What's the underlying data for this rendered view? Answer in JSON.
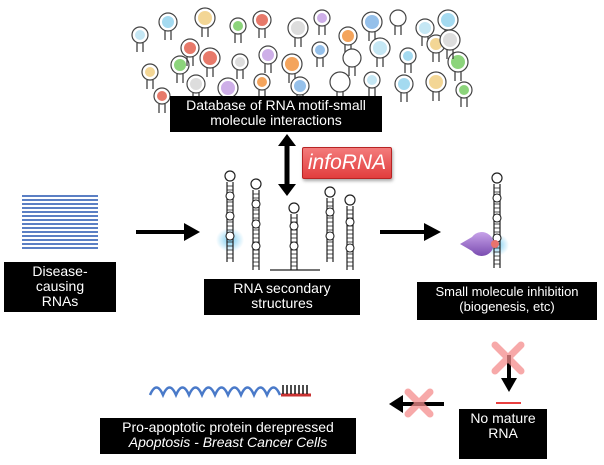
{
  "database_label": [
    "Database of RNA motif-small",
    "molecule interactions"
  ],
  "tool_name": "infoRNA",
  "disease_label": [
    "Disease-",
    "causing",
    "RNAs"
  ],
  "secondary_label": [
    "RNA secondary",
    "structures"
  ],
  "inhibition_label": [
    "Small molecule inhibition",
    "(biogenesis, etc)"
  ],
  "outcome_label": [
    "Pro-apoptotic protein derepressed",
    "Apoptosis - Breast Cancer Cells"
  ],
  "no_mature_label": [
    "No mature",
    "RNA"
  ],
  "colors": {
    "badge": "#e23d3d",
    "rna_stripes": "#5b7fc4",
    "highlight_glow": "#8fd4ef",
    "small_molecule": "#9b6cc7",
    "red_marker": "#ff6a6a"
  }
}
